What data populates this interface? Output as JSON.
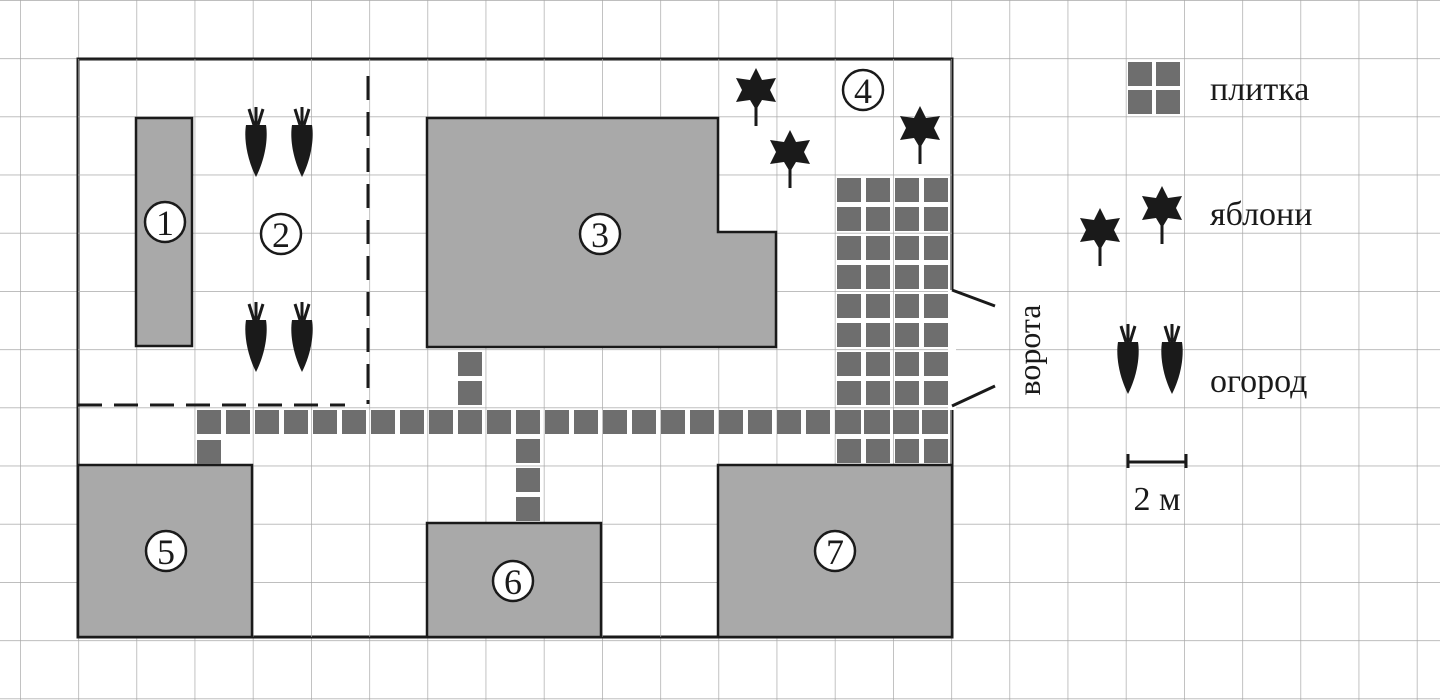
{
  "zones": [
    {
      "id": "1",
      "label": "1",
      "kind": "building"
    },
    {
      "id": "2",
      "label": "2",
      "kind": "garden"
    },
    {
      "id": "3",
      "label": "3",
      "kind": "building"
    },
    {
      "id": "4",
      "label": "4",
      "kind": "orchard"
    },
    {
      "id": "5",
      "label": "5",
      "kind": "building"
    },
    {
      "id": "6",
      "label": "6",
      "kind": "building"
    },
    {
      "id": "7",
      "label": "7",
      "kind": "building"
    }
  ],
  "gate_label": "ворота",
  "legend": {
    "tile": "плитка",
    "apple_trees": "яблони",
    "vegetable_garden": "огород"
  },
  "scale_label": "2 м",
  "colors": {
    "building_fill": "#a9a9a9",
    "tile_fill": "#6e6e6e",
    "grid_line": "#a8a8a8",
    "outline": "#1a1a1a"
  }
}
